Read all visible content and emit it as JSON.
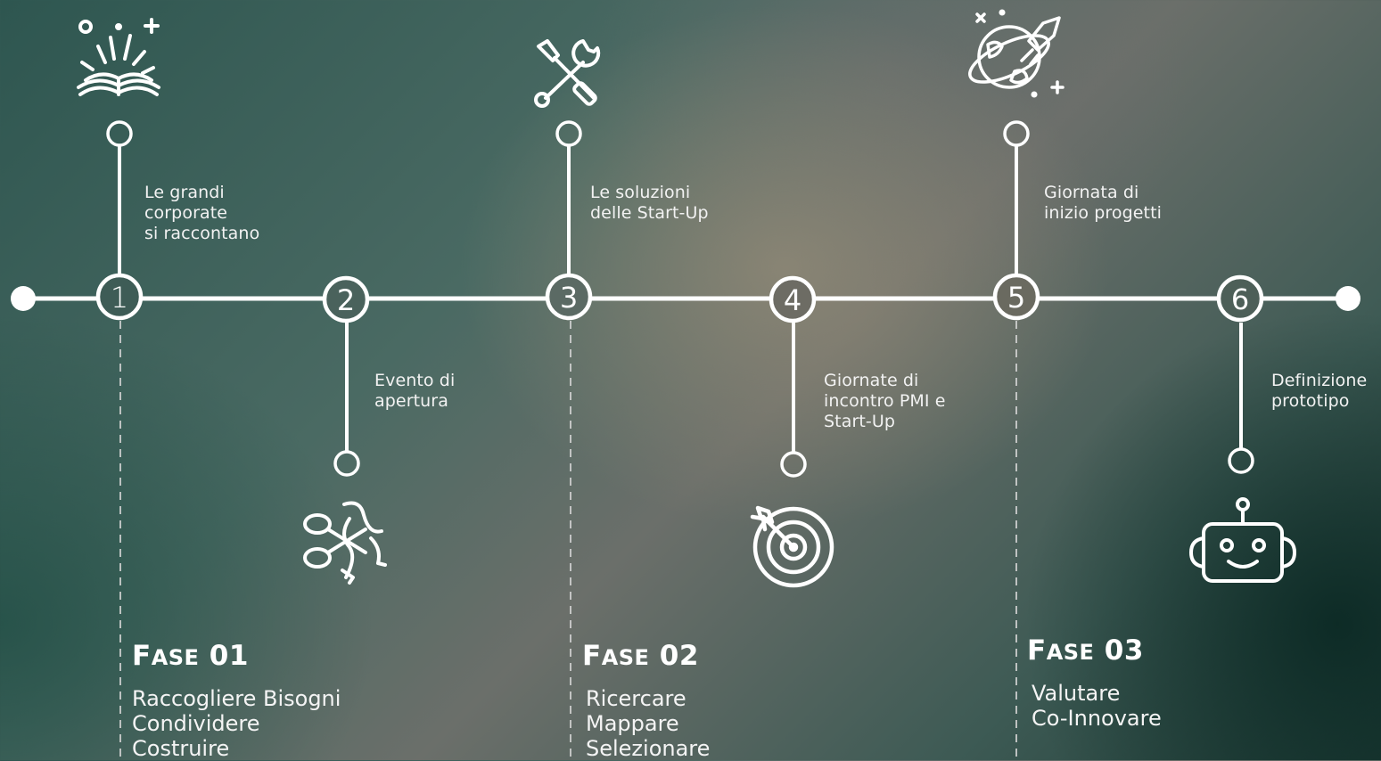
{
  "milestones": [
    {
      "number": "1",
      "label": "Le grandi\ncorporate\nsi raccontano",
      "icon": "open-book-sparkle-icon"
    },
    {
      "number": "2",
      "label": "Evento di\napertura",
      "icon": "ribbon-cutting-scissors-icon"
    },
    {
      "number": "3",
      "label": "Le soluzioni\ndelle Start-Up",
      "icon": "wrench-screwdriver-icon"
    },
    {
      "number": "4",
      "label": "Giornate di\nincontro PMI e\nStart-Up",
      "icon": "target-arrow-icon"
    },
    {
      "number": "5",
      "label": "Giornata di\ninizio progetti",
      "icon": "globe-rocket-icon"
    },
    {
      "number": "6",
      "label": "Definizione\nprototipo",
      "icon": "robot-icon"
    }
  ],
  "phases": [
    {
      "title_initial": "F",
      "title_rest": "ASE",
      "title_num": "01",
      "items": [
        "Raccogliere Bisogni",
        "Condividere",
        "Costruire"
      ]
    },
    {
      "title_initial": "F",
      "title_rest": "ASE",
      "title_num": "02",
      "items": [
        "Ricercare",
        "Mappare",
        "Selezionare"
      ]
    },
    {
      "title_initial": "F",
      "title_rest": "ASE",
      "title_num": "03",
      "items": [
        "Valutare",
        "Co-Innovare"
      ]
    }
  ],
  "colors": {
    "line": "#ffffff",
    "dashed": "#d9d9d9",
    "text": "#f2f2f2"
  }
}
